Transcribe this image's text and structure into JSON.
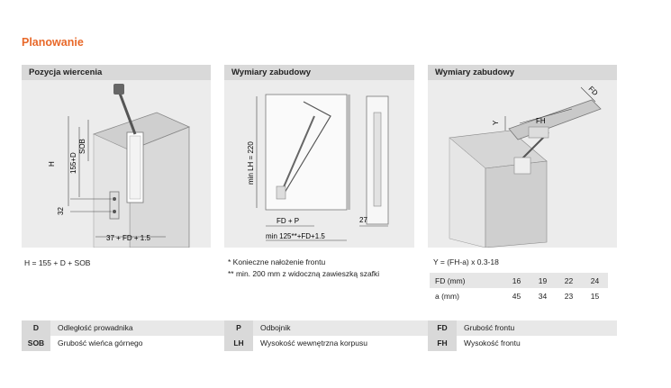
{
  "section_title": "Planowanie",
  "panels": [
    {
      "header": "Pozycja wiercenia",
      "caption": "H = 155 + D + SOB"
    },
    {
      "header": "Wymiary zabudowy",
      "notes": [
        "*  Konieczne nałożenie frontu",
        "** min. 200 mm z widoczną zawieszką szafki"
      ]
    },
    {
      "header": "Wymiary zabudowy",
      "formula": "Y = (FH-a) x 0.3-18"
    }
  ],
  "fig1": {
    "h": "H",
    "h155": "155+D",
    "sob": "SOB",
    "d32": "32",
    "bottom": "37 + FD + 1.5"
  },
  "fig2": {
    "minlh": "min LH = 220",
    "fdp": "FD + P",
    "min125": "min 125**+FD+1.5",
    "d27": "27"
  },
  "fig3": {
    "fd": "FD",
    "y": "Y",
    "fh": "FH"
  },
  "spec_table": {
    "rows": [
      {
        "label": "FD (mm)",
        "values": [
          "16",
          "19",
          "22",
          "24"
        ]
      },
      {
        "label": "a   (mm)",
        "values": [
          "45",
          "34",
          "23",
          "15"
        ]
      }
    ]
  },
  "legend": [
    {
      "key": "D",
      "desc": "Odległość prowadnika"
    },
    {
      "key": "P",
      "desc": "Odbojnik"
    },
    {
      "key": "FD",
      "desc": "Grubość frontu"
    },
    {
      "key": "SOB",
      "desc": "Grubość wieńca górnego"
    },
    {
      "key": "LH",
      "desc": "Wysokość wewnętrzna korpusu"
    },
    {
      "key": "FH",
      "desc": "Wysokość frontu"
    }
  ]
}
